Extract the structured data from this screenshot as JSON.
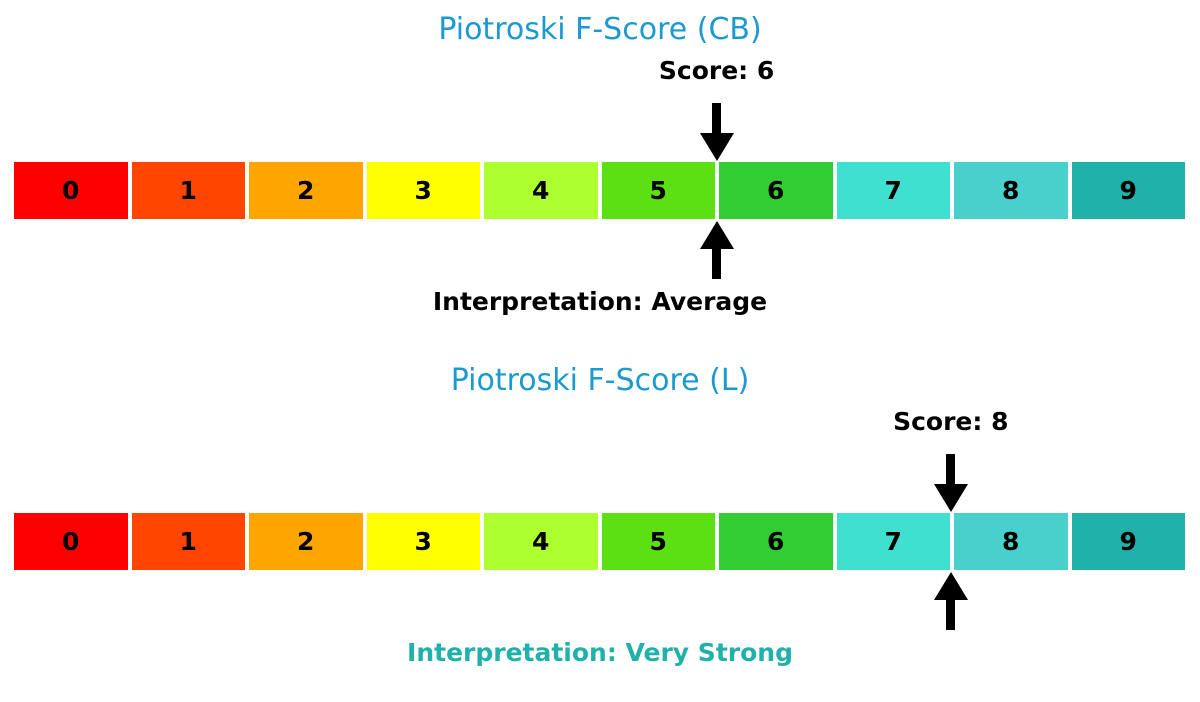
{
  "figure": {
    "background": "#ffffff",
    "title_color": "#1a9ad0"
  },
  "scale": {
    "min": 0,
    "max": 10,
    "segments": [
      {
        "label": "0",
        "color": "#ff0000"
      },
      {
        "label": "1",
        "color": "#ff4500"
      },
      {
        "label": "2",
        "color": "#ffa500"
      },
      {
        "label": "3",
        "color": "#ffff00"
      },
      {
        "label": "4",
        "color": "#adff2f"
      },
      {
        "label": "5",
        "color": "#5ce014"
      },
      {
        "label": "6",
        "color": "#32cd32"
      },
      {
        "label": "7",
        "color": "#40e0d0"
      },
      {
        "label": "8",
        "color": "#48d1cc"
      },
      {
        "label": "9",
        "color": "#20b2aa"
      }
    ]
  },
  "gauges": [
    {
      "title": "Piotroski F-Score (CB)",
      "score": 6,
      "score_label": "Score: 6",
      "interpretation_label": "Interpretation: Average",
      "interpretation_color": "#000000"
    },
    {
      "title": "Piotroski F-Score (L)",
      "score": 8,
      "score_label": "Score: 8",
      "interpretation_label": "Interpretation: Very Strong",
      "interpretation_color": "#20b2aa"
    }
  ],
  "chart_data": [
    {
      "type": "bar",
      "variant": "linear-gauge",
      "title": "Piotroski F-Score (CB)",
      "categories": [
        "0",
        "1",
        "2",
        "3",
        "4",
        "5",
        "6",
        "7",
        "8",
        "9"
      ],
      "segment_colors": [
        "#ff0000",
        "#ff4500",
        "#ffa500",
        "#ffff00",
        "#adff2f",
        "#5ce014",
        "#32cd32",
        "#40e0d0",
        "#48d1cc",
        "#20b2aa"
      ],
      "score": 6,
      "score_annotation": "Score: 6",
      "interpretation_annotation": "Interpretation: Average",
      "xlim": [
        0,
        10
      ],
      "legend": "off",
      "grid": "off"
    },
    {
      "type": "bar",
      "variant": "linear-gauge",
      "title": "Piotroski F-Score (L)",
      "categories": [
        "0",
        "1",
        "2",
        "3",
        "4",
        "5",
        "6",
        "7",
        "8",
        "9"
      ],
      "segment_colors": [
        "#ff0000",
        "#ff4500",
        "#ffa500",
        "#ffff00",
        "#adff2f",
        "#5ce014",
        "#32cd32",
        "#40e0d0",
        "#48d1cc",
        "#20b2aa"
      ],
      "score": 8,
      "score_annotation": "Score: 8",
      "interpretation_annotation": "Interpretation: Very Strong",
      "xlim": [
        0,
        10
      ],
      "legend": "off",
      "grid": "off"
    }
  ]
}
